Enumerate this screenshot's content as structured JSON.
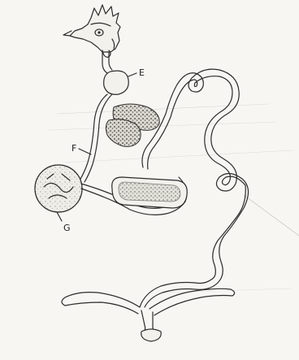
{
  "labels": {
    "e": "E",
    "f": "F",
    "g": "G"
  },
  "colors": {
    "background": "#f7f6f2",
    "ink": "#2b2b2b",
    "organ_fill": "#f2f1ec"
  }
}
